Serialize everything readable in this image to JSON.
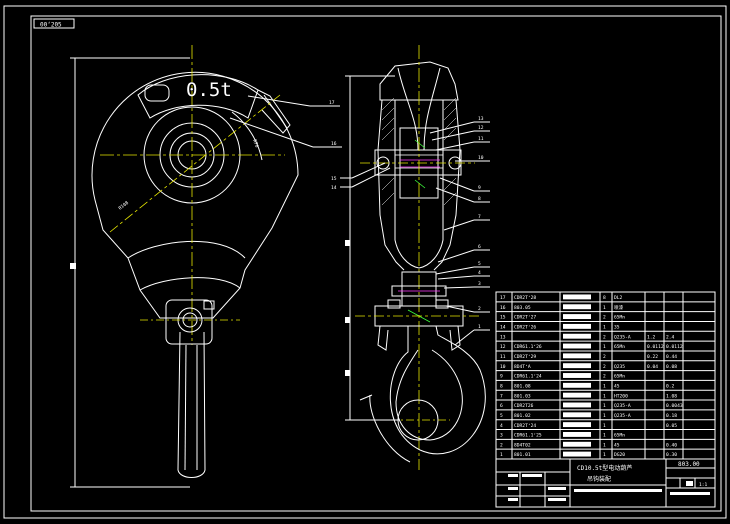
{
  "drawing": {
    "corner_code": "00ʻ205",
    "load_rating": "0.5t",
    "leaders_left": [
      {
        "label": "17"
      },
      {
        "label": "16"
      }
    ],
    "leaders_mid": [
      {
        "label": "15"
      },
      {
        "label": "14"
      }
    ],
    "leaders_right": [
      "13",
      "12",
      "11",
      "10",
      "9",
      "8",
      "7",
      "6",
      "5",
      "4",
      "3",
      "2",
      "1"
    ]
  },
  "bom": {
    "rows": [
      {
        "no": "17",
        "code": "CDR2Tʻ28",
        "qty": "8",
        "mat": "DL2",
        "w1": "",
        "w2": ""
      },
      {
        "no": "16",
        "code": "803.05",
        "qty": "1",
        "mat": "喷漆",
        "w1": "",
        "w2": ""
      },
      {
        "no": "15",
        "code": "CDR2Tʻ27",
        "qty": "2",
        "mat": "65Mn",
        "w1": "",
        "w2": ""
      },
      {
        "no": "14",
        "code": "CDR2Tʻ26",
        "qty": "1",
        "mat": "35",
        "w1": "",
        "w2": ""
      },
      {
        "no": "13",
        "code": "",
        "qty": "2",
        "mat": "Q235-A",
        "w1": "1.2",
        "w2": "2.4"
      },
      {
        "no": "12",
        "code": "CDR61.1ʻ26",
        "qty": "1",
        "mat": "65Mn",
        "w1": "0.0112",
        "w2": "0.0112"
      },
      {
        "no": "11",
        "code": "CDR2Tʻ29",
        "qty": "2",
        "mat": "",
        "w1": "0.22",
        "w2": "0.44"
      },
      {
        "no": "10",
        "code": "8D4TʻA",
        "qty": "2",
        "mat": "Q235",
        "w1": "0.04",
        "w2": "0.08"
      },
      {
        "no": "9",
        "code": "CDR61.1ʻ24",
        "qty": "2",
        "mat": "65Mn",
        "w1": "",
        "w2": ""
      },
      {
        "no": "8",
        "code": "801.08",
        "qty": "1",
        "mat": "45",
        "w1": "",
        "w2": "0.2"
      },
      {
        "no": "7",
        "code": "801.03",
        "qty": "1",
        "mat": "HT200",
        "w1": "",
        "w2": "1.08"
      },
      {
        "no": "6",
        "code": "CDR2T26",
        "qty": "1",
        "mat": "Q235-A",
        "w1": "",
        "w2": "0.0043"
      },
      {
        "no": "5",
        "code": "801.02",
        "qty": "1",
        "mat": "Q235-A",
        "w1": "",
        "w2": "0.18"
      },
      {
        "no": "4",
        "code": "CDR2Tʻ24",
        "qty": "1",
        "mat": "",
        "w1": "",
        "w2": "0.05"
      },
      {
        "no": "3",
        "code": "CDR61.1ʻ25",
        "qty": "1",
        "mat": "65Mn",
        "w1": "",
        "w2": ""
      },
      {
        "no": "2",
        "code": "8D4T02",
        "qty": "1",
        "mat": "45",
        "w1": "",
        "w2": "0.40"
      },
      {
        "no": "1",
        "code": "801.01",
        "qty": "1",
        "mat": "DG20",
        "w1": "",
        "w2": "0.30"
      }
    ]
  },
  "title_block": {
    "drawing_no": "803.00",
    "title_line1": "CD10.5t型电动葫芦",
    "title_line2": "吊钩装配",
    "scale": "1:1"
  }
}
